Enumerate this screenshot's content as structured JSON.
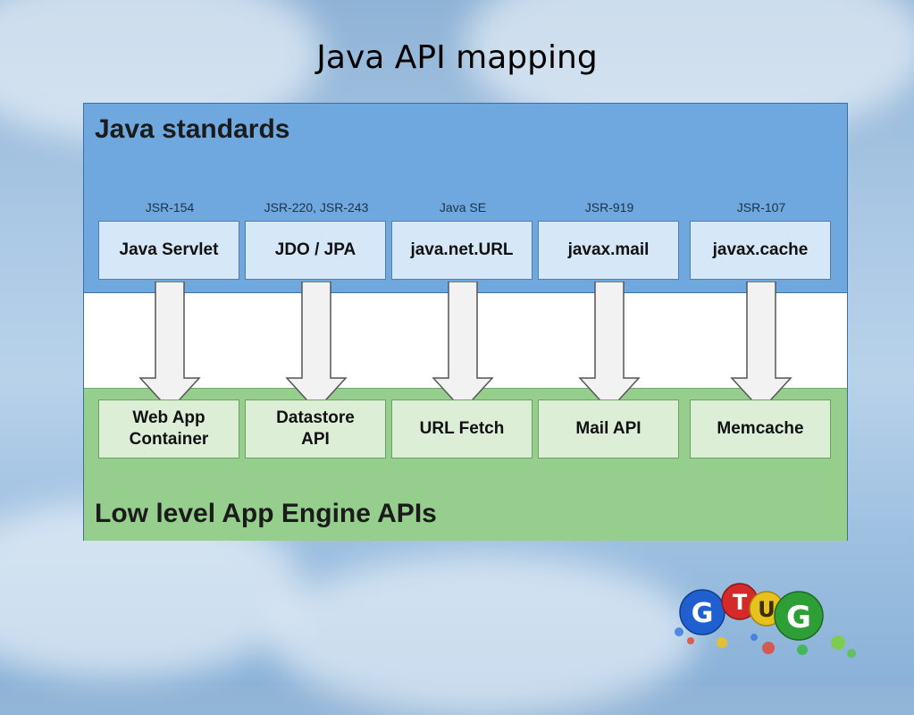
{
  "title": "Java API mapping",
  "standards_label": "Java standards",
  "low_level_label": "Low level App Engine APIs",
  "columns": [
    {
      "spec": "JSR-154",
      "standard": "Java Servlet",
      "api": "Web App\nContainer"
    },
    {
      "spec": "JSR-220, JSR-243",
      "standard": "JDO / JPA",
      "api": "Datastore\nAPI"
    },
    {
      "spec": "Java SE",
      "standard": "java.net.URL",
      "api": "URL Fetch"
    },
    {
      "spec": "JSR-919",
      "standard": "javax.mail",
      "api": "Mail API"
    },
    {
      "spec": "JSR-107",
      "standard": "javax.cache",
      "api": "Memcache"
    }
  ],
  "logo": {
    "letters": [
      "G",
      "T",
      "U",
      "G"
    ],
    "colors": [
      "#1f5fd0",
      "#d42a2a",
      "#e7c21c",
      "#2e9e36"
    ]
  }
}
